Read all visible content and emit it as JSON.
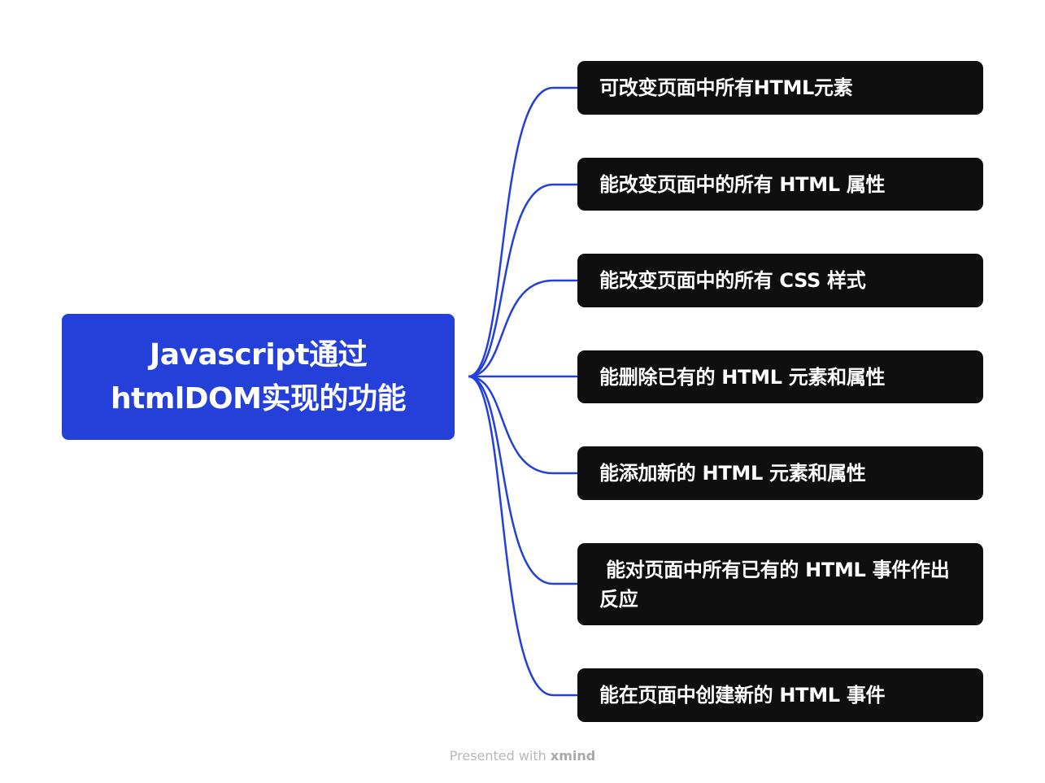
{
  "root": {
    "label": "Javascript通过\nhtmlDOM实现的功能"
  },
  "branches": [
    {
      "label": "可改变页面中所有HTML元素"
    },
    {
      "label": "能改变页面中的所有 HTML 属性"
    },
    {
      "label": "能改变页面中的所有 CSS 样式"
    },
    {
      "label": "能删除已有的 HTML 元素和属性"
    },
    {
      "label": "能添加新的 HTML 元素和属性"
    },
    {
      "label": " 能对页面中所有已有的 HTML 事件作出反应"
    },
    {
      "label": "能在页面中创建新的 HTML 事件"
    }
  ],
  "footer": {
    "prefix": "Presented with ",
    "brand": "xmind"
  },
  "colors": {
    "root_fill": "#2440d8",
    "branch_fill": "#0f0f0f",
    "connector": "#2440d8"
  }
}
